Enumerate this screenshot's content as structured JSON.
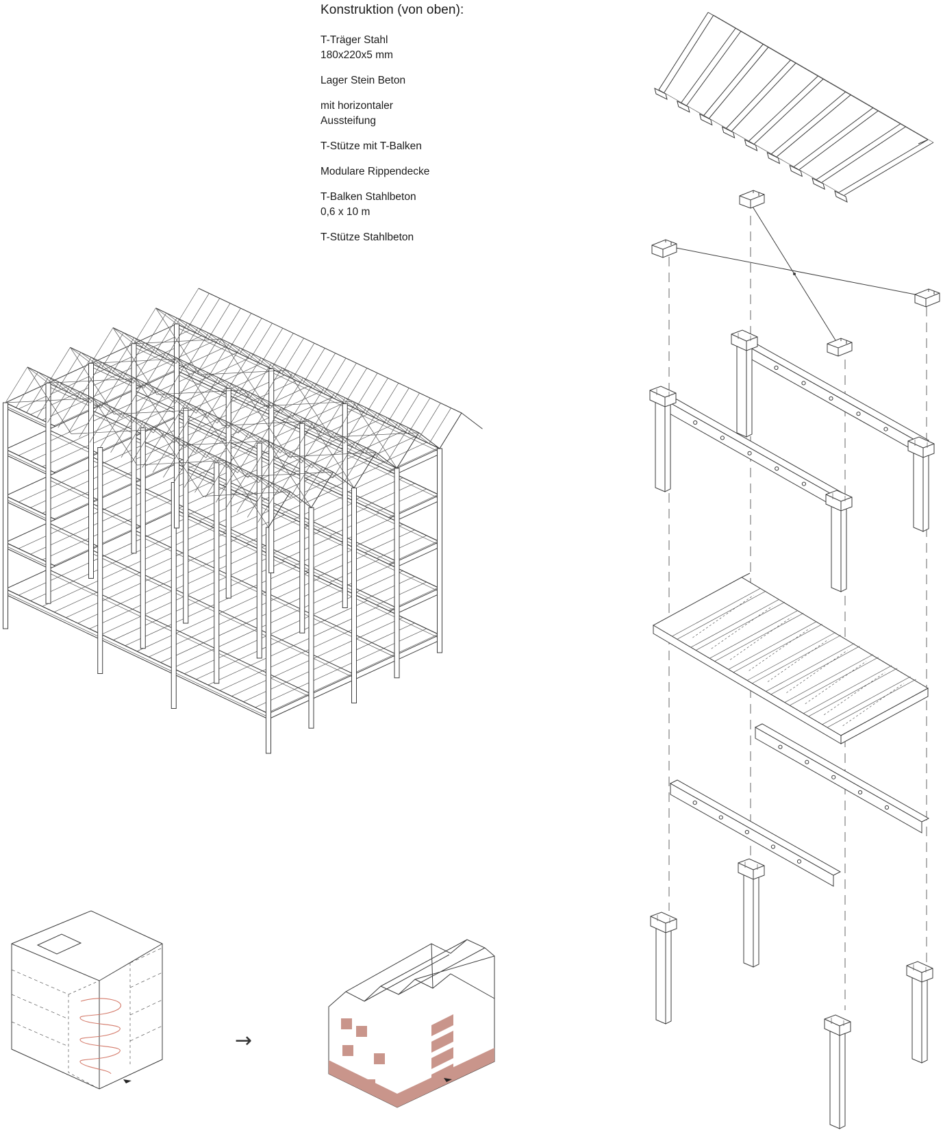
{
  "legend": {
    "title": "Konstruktion (von oben):",
    "items": [
      {
        "line1": "T-Träger Stahl",
        "line2": "180x220x5 mm"
      },
      {
        "line1": "Lager Stein Beton",
        "line2": ""
      },
      {
        "line1": "mit horizontaler",
        "line2": "Aussteifung"
      },
      {
        "line1": "T-Stütze mit T-Balken",
        "line2": ""
      },
      {
        "line1": "Modulare Rippendecke",
        "line2": ""
      },
      {
        "line1": "T-Balken Stahlbeton",
        "line2": "0,6 x 10 m"
      },
      {
        "line1": "T-Stütze Stahlbeton",
        "line2": ""
      }
    ]
  },
  "diagram": {
    "arrow_glyph": "→",
    "colors": {
      "line": "#3a3a3a",
      "accent": "#c9958b",
      "accent_dark": "#b88478",
      "spiral": "#d47a6a"
    }
  }
}
